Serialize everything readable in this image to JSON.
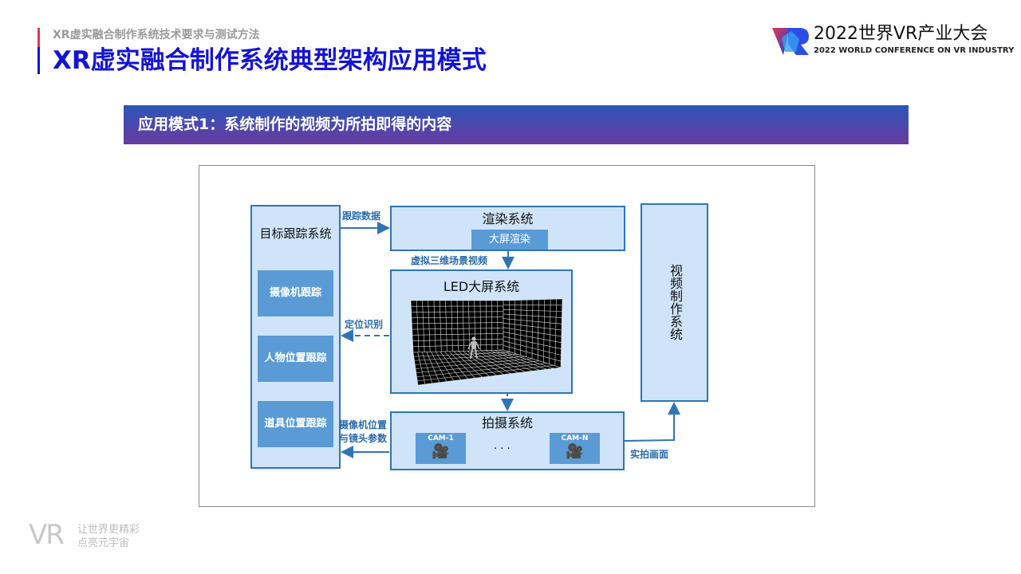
{
  "header": {
    "subtitle": "XR虚实融合制作系统技术要求与测试方法",
    "title": "XR虚实融合制作系统典型架构应用模式"
  },
  "logo": {
    "title": "2022世界VR产业大会",
    "subtitle": "2022 WORLD CONFERENCE  ON VR INDUSTRY"
  },
  "banner": {
    "text": "应用模式1：系统制作的视频为所拍即得的内容"
  },
  "diagram": {
    "tracking": {
      "title": "目标跟踪系统",
      "items": [
        "摄像机跟踪",
        "人物位置跟踪",
        "道具位置跟踪"
      ]
    },
    "render": {
      "title": "渲染系统",
      "inner": "大屏渲染"
    },
    "led": {
      "title": "LED大屏系统"
    },
    "shoot": {
      "title": "拍摄系统",
      "cams": [
        "CAM-1",
        "CAM-N"
      ],
      "ellipsis": "· · ·"
    },
    "video": {
      "title": "视频制作系统"
    },
    "labels": {
      "tracking_data": "跟踪数据",
      "virtual_video": "虚拟三维场景视频",
      "locate": "定位识别",
      "cam_params_1": "摄像机位置",
      "cam_params_2": "与镜头参数",
      "live": "实拍画面"
    }
  },
  "footer": {
    "brand": "VR",
    "line1": "让世界更精彩",
    "line2": "点亮元宇宙"
  },
  "colors": {
    "title": "#1414d4",
    "box_fill": "#cfe4f8",
    "box_border": "#2e75b6",
    "sub_fill": "#5b9bd5"
  }
}
